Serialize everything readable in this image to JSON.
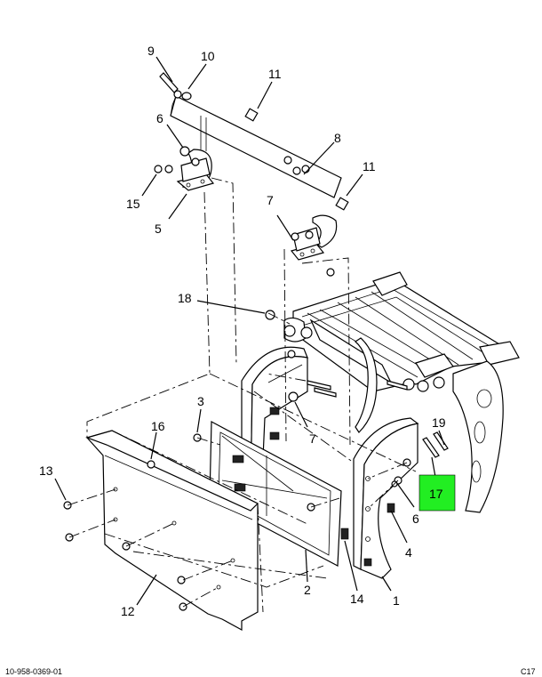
{
  "callouts": {
    "c1": "1",
    "c2": "2",
    "c3": "3",
    "c4": "4",
    "c5": "5",
    "c6a": "6",
    "c6b": "6",
    "c7a": "7",
    "c7b": "7",
    "c8": "8",
    "c9": "9",
    "c10": "10",
    "c11a": "11",
    "c11b": "11",
    "c12": "12",
    "c13": "13",
    "c14": "14",
    "c15": "15",
    "c16": "16",
    "c17": "17",
    "c18": "18",
    "c19": "19"
  },
  "highlight": {
    "color": "#22ee22",
    "part": "17"
  },
  "footer": {
    "left": "10-958-0369-01",
    "right": "C17"
  }
}
